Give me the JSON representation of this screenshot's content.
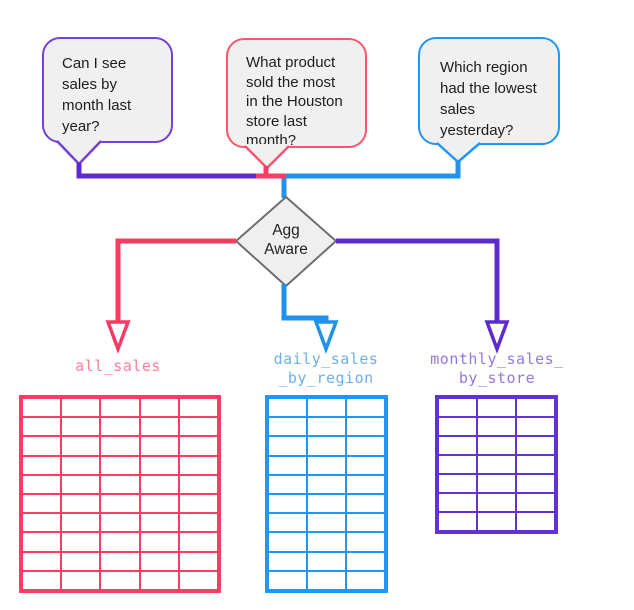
{
  "colors": {
    "bubble_fill": "#f0f0f0",
    "bubble_border_purple": "#7141d8",
    "bubble_border_pink": "#f8566e",
    "bubble_border_blue": "#2196f3",
    "purple_line": "#5c2bce",
    "pink_line": "#f93a62",
    "blue_line": "#2091ee",
    "diamond_fill": "#efeff0",
    "diamond_border": "#6e6e6e",
    "arrow_fill": "#ffffff",
    "text": "#1d1d1d"
  },
  "bubbles": [
    {
      "text": "Can I see\nsales by\nmonth last\nyear?"
    },
    {
      "text": "What product\nsold the most\nin the Houston\nstore last\nmonth?"
    },
    {
      "text": "Which region\nhad the lowest\nsales\nyesterday?"
    }
  ],
  "decision": {
    "label": "Agg\nAware"
  },
  "tables": [
    {
      "name": "all_sales",
      "rows": 10,
      "cols": 5,
      "color": "#f93e66",
      "label_color": "#fb7e99"
    },
    {
      "name": "daily_sales\n_by_region",
      "rows": 10,
      "cols": 3,
      "color": "#2196f3",
      "label_color": "#6cb0ec"
    },
    {
      "name": "monthly_sales_\nby_store",
      "rows": 7,
      "cols": 3,
      "color": "#6233cf",
      "label_color": "#9478e1"
    }
  ]
}
